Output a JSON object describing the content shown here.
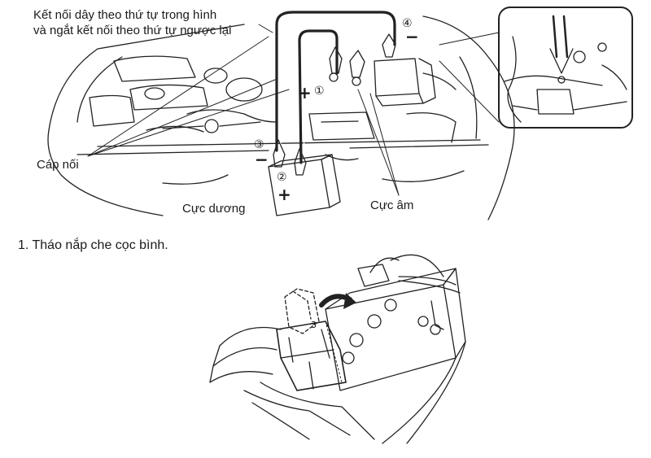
{
  "top_figure": {
    "instruction_line1": "Kết nối dây theo thứ tự trong hình",
    "instruction_line2": "và ngắt kết nối theo thứ tự ngược lại",
    "cables_label": "Cáp nối",
    "positive_terminal_label": "Cực dương",
    "negative_terminal_label": "Cực âm",
    "markers": {
      "one": "①",
      "two": "②",
      "three": "③",
      "four": "④"
    },
    "plus_sign": "+",
    "minus_sign": "−"
  },
  "steps": [
    {
      "text": "1.  Tháo nắp che cọc bình."
    }
  ],
  "bottom_figure": {
    "cover_mark": "3"
  }
}
